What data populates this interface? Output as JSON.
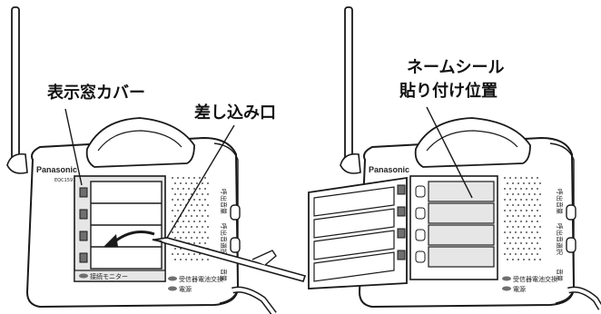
{
  "left": {
    "brand": "Panasonic",
    "model": "EQC1591",
    "callout_cover": "表示窓カバー",
    "callout_slot": "差し込み口",
    "bottom_label": "接続モニター",
    "side_labels": [
      "呼出音量",
      "呼出音選択",
      "音量"
    ],
    "led_label_1": "受信器電池交換",
    "led_label_2": "電源"
  },
  "right": {
    "brand": "Panasonic",
    "callout_line1": "ネームシール",
    "callout_line2": "貼り付け位置",
    "side_labels": [
      "呼出音量",
      "呼出音選択",
      "音量"
    ],
    "led_label_1": "受信器電池交換",
    "led_label_2": "電源"
  },
  "colors": {
    "gray_fill": "#e6e6e6",
    "dark_fill": "#6f6f6f",
    "line": "#1a1a1a"
  }
}
